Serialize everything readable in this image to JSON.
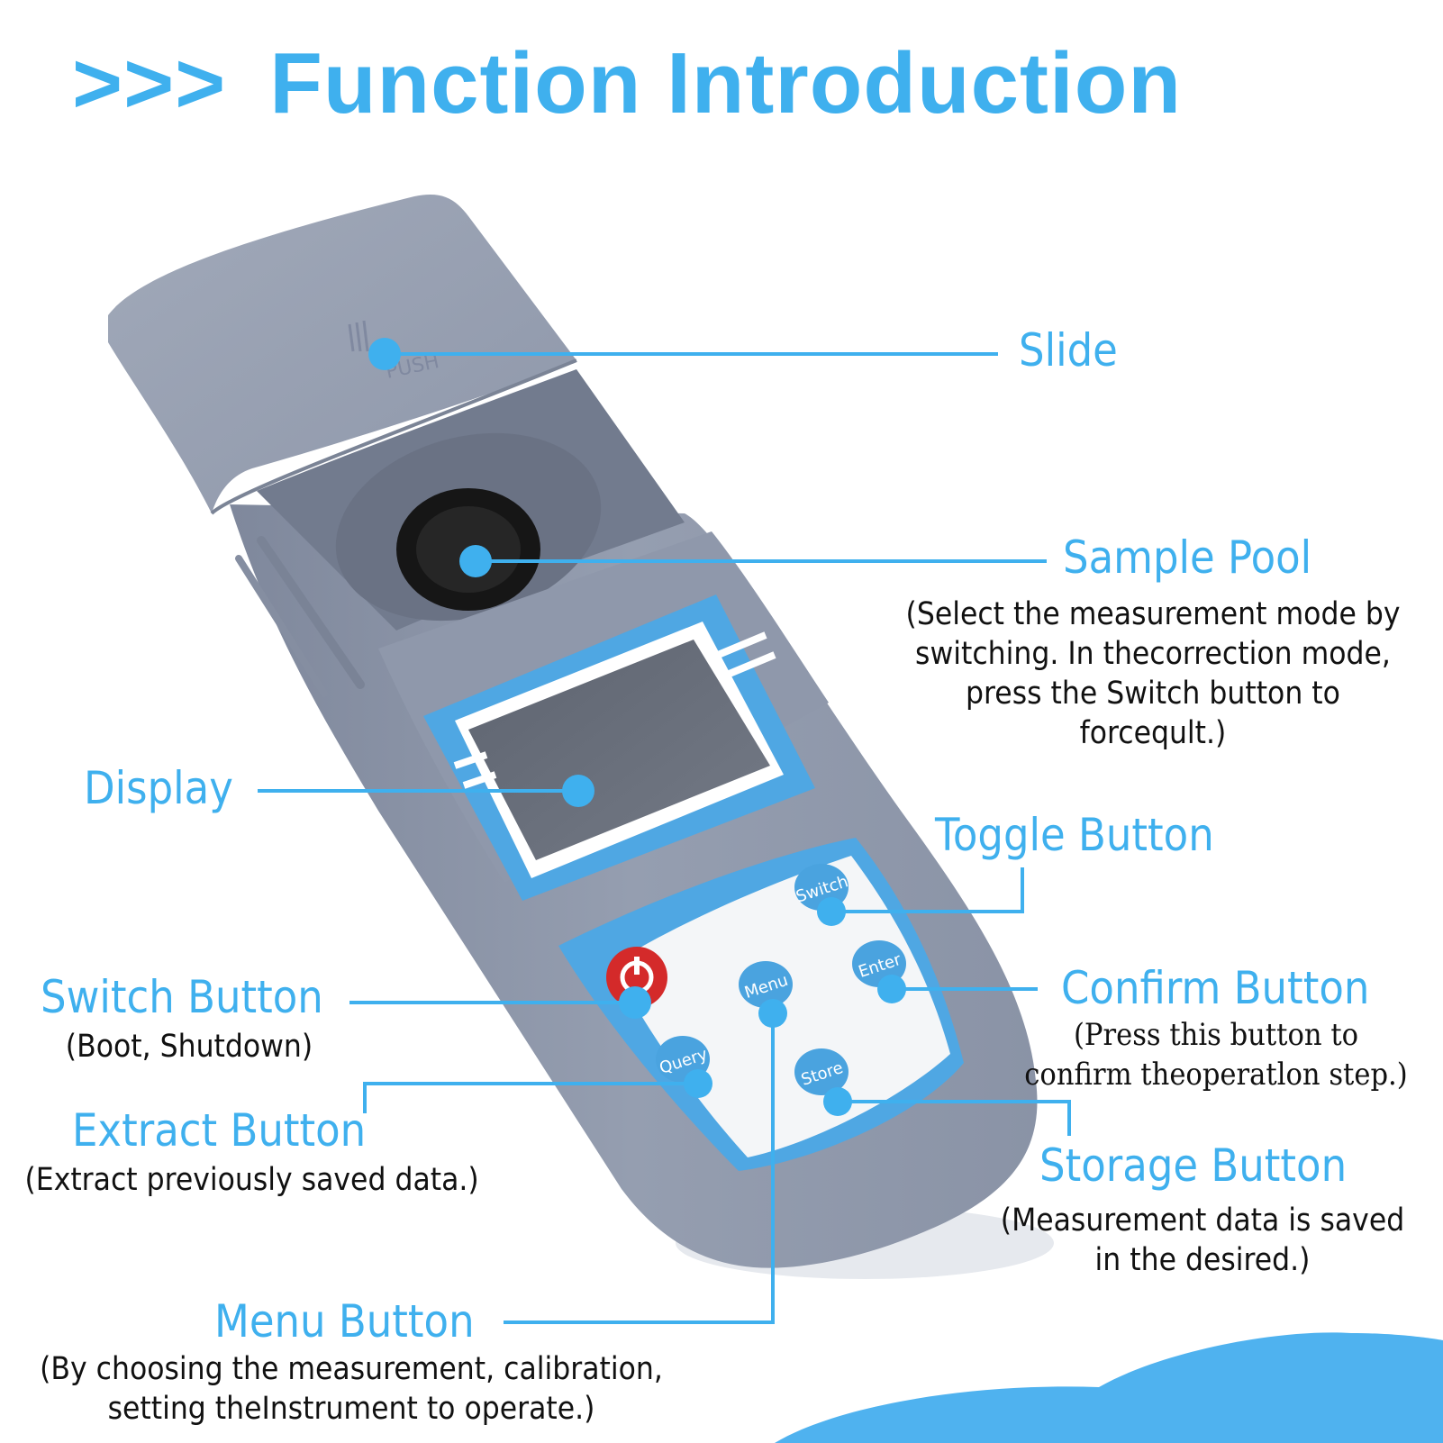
{
  "header": {
    "arrows": ">>>",
    "title": "Function Introduction"
  },
  "device": {
    "lid_text": "PUSH",
    "keys": {
      "switch": "Switch",
      "enter": "Enter",
      "menu": "Menu",
      "query": "Query",
      "store": "Store"
    }
  },
  "labels": {
    "slide": {
      "title": "Slide"
    },
    "sample_pool": {
      "title": "Sample Pool",
      "desc": [
        "(Select the measurement mode by",
        "switching. In thecorrection mode,",
        "press the Switch button to",
        "forceqult.)"
      ]
    },
    "display": {
      "title": "Display"
    },
    "toggle_button": {
      "title": "Toggle Button"
    },
    "switch_button": {
      "title": "Switch Button",
      "desc": "(Boot, Shutdown)"
    },
    "confirm_button": {
      "title": "Confirm Button",
      "desc": [
        "(Press this button to",
        "confirm theoperatlon step.)"
      ]
    },
    "extract_button": {
      "title": "Extract Button",
      "desc": "(Extract previously saved data.)"
    },
    "storage_button": {
      "title": "Storage Button",
      "desc": [
        "(Measurement data is saved",
        "in the desired.)"
      ]
    },
    "menu_button": {
      "title": "Menu Button",
      "desc": [
        "(By choosing the measurement, calibration,",
        "setting theInstrument to operate.)"
      ]
    }
  },
  "colors": {
    "accent": "#3fb0ee",
    "body": "#8f98ab",
    "panel_blue": "#5bb4ea",
    "text": "#111111"
  }
}
